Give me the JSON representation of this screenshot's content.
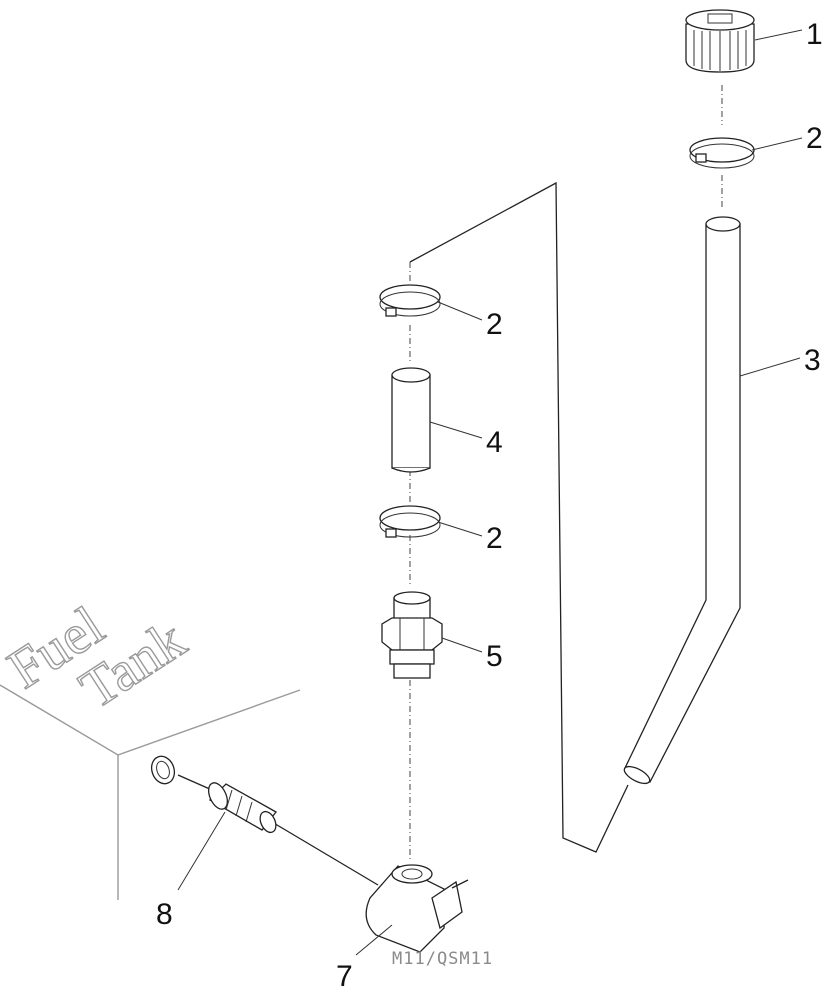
{
  "diagram": {
    "callouts": [
      {
        "label": "1"
      },
      {
        "label": "2"
      },
      {
        "label": "3"
      },
      {
        "label": "2"
      },
      {
        "label": "4"
      },
      {
        "label": "2"
      },
      {
        "label": "5"
      },
      {
        "label": "8"
      },
      {
        "label": "7"
      }
    ],
    "tank_label": [
      "Fuel",
      "Tank"
    ],
    "model_code": "M11/QSM11"
  }
}
